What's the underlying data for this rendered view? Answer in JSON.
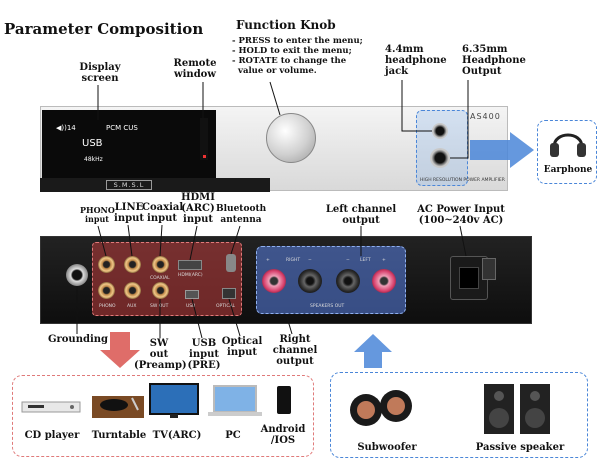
{
  "title": "Parameter Composition",
  "function_knob": {
    "title": "Function Knob",
    "lines": [
      "- PRESS to enter the menu;",
      "- HOLD to exit the menu;",
      "- ROTATE to change the",
      "  value or volume."
    ]
  },
  "front_labels": {
    "display_screen": [
      "Display",
      "screen"
    ],
    "remote_window": [
      "Remote",
      "window"
    ],
    "hp44": [
      "4.4mm",
      "headphone",
      "jack"
    ],
    "hp635": [
      "6.35mm",
      "Headphone",
      "Output"
    ],
    "earphone": "Earphone"
  },
  "screen": {
    "vol": "◀))14",
    "mode": "PCM CUS",
    "input": "USB",
    "rate": "48kHz"
  },
  "device": {
    "brand_logo": "S.M.S.L",
    "model": "AS400",
    "hires": "HIGH RESOLUTION POWER AMPLIFIER"
  },
  "rear_labels": {
    "phono": [
      "PHONO",
      "input"
    ],
    "line": [
      "LINE",
      "input"
    ],
    "coaxial": [
      "Coaxial",
      "input"
    ],
    "hdmi": [
      "HDMI",
      "(ARC)",
      "input"
    ],
    "bluetooth": [
      "Bluetooth",
      "antenna"
    ],
    "left_channel": [
      "Left channel",
      "output"
    ],
    "ac_power": [
      "AC Power Input",
      "(100~240v AC)"
    ],
    "grounding": "Grounding",
    "sw_out": [
      "SW",
      "out",
      "(Preamp)"
    ],
    "usb": [
      "USB",
      "input",
      "(PRE)"
    ],
    "optical": [
      "Optical",
      "input"
    ],
    "right_channel": [
      "Right",
      "channel",
      "output"
    ]
  },
  "panel_print": {
    "phono": "PHONO",
    "aux": "AUX",
    "sw_out": "SW OUT",
    "coaxial": "COAXIAL",
    "hdmi": "HDMI(ARC)",
    "usb": "USB",
    "optical": "OPTICAL",
    "right": "RIGHT",
    "left": "LEFT",
    "speakers_out": "SPEAKERS OUT",
    "plus": "+",
    "minus": "−"
  },
  "sources": [
    "CD player",
    "Turntable",
    "TV(ARC)",
    "PC",
    "Android",
    "/IOS"
  ],
  "outputs": [
    "Subwoofer",
    "Passive speaker"
  ],
  "colors": {
    "input_highlight": "#be3c3c",
    "output_highlight": "#5a82e6",
    "arrow_red": "#d9534f",
    "arrow_blue": "#4a86d8"
  }
}
